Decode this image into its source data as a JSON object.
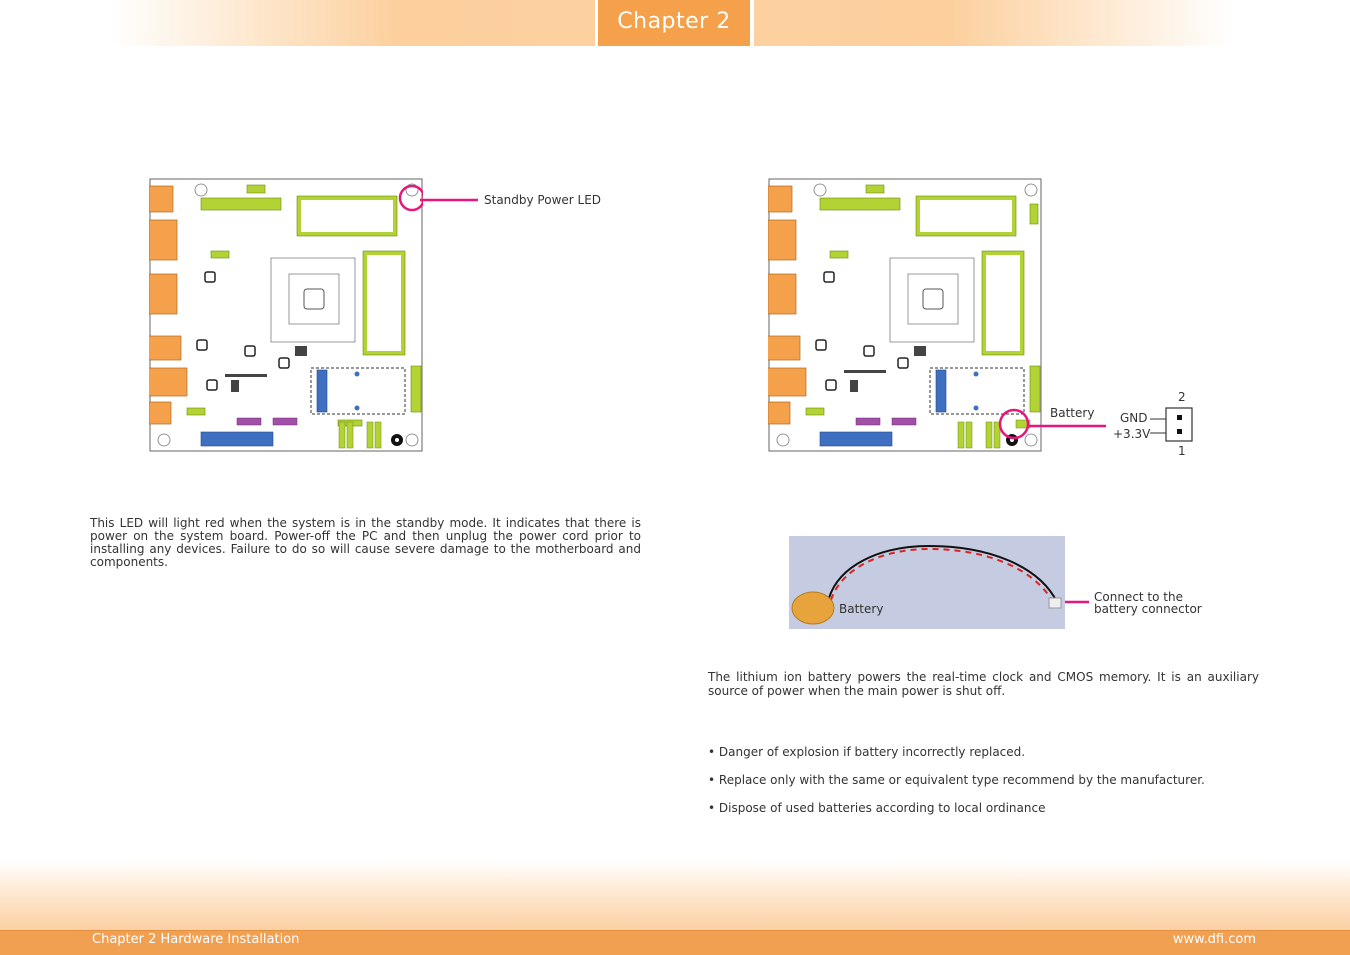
{
  "header": {
    "chapter_label": "Chapter 2"
  },
  "left": {
    "led_label": "Standby Power LED",
    "description": "This LED will light red when the system is in the standby mode. It indicates that there is power on the system board. Power-off the PC and then unplug the power cord prior to installing any devices. Failure to do so will cause severe damage to the motherboard and components."
  },
  "right": {
    "battery_label": "Battery",
    "pins": {
      "gnd": "GND",
      "v33": "+3.3V",
      "pin2": "2",
      "pin1": "1"
    },
    "photo_battery_label": "Battery",
    "connect_line1": "Connect to the",
    "connect_line2": "battery connector",
    "description": "The lithium ion battery powers the real-time clock and CMOS memory. It is an auxiliary source of power when the main power is shut off.",
    "bullets": [
      "• Danger of explosion if battery incorrectly replaced.",
      "• Replace only with the same or equivalent type recommend by the manufacturer.",
      "• Dispose of used batteries according to local ordinance"
    ]
  },
  "footer": {
    "left": "Chapter 2 Hardware Installation",
    "right": "www.dfi.com"
  },
  "colors": {
    "accent_orange": "#f5a04a",
    "connector_green": "#b3d334",
    "highlight_pink": "#e6167a",
    "slot_blue": "#3f6fc0",
    "header_purple": "#a24fa8"
  }
}
